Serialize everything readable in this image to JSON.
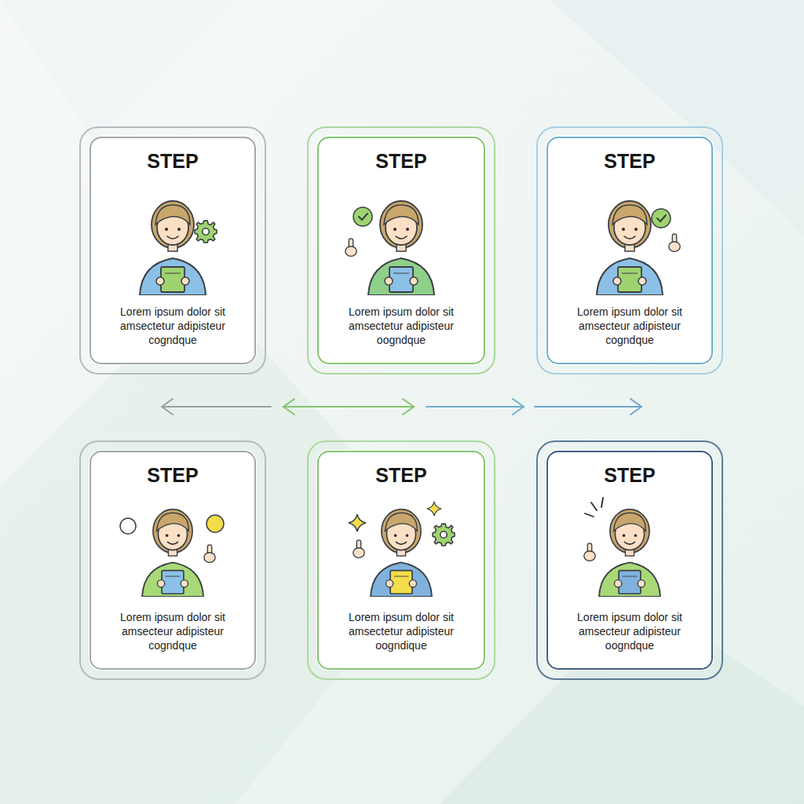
{
  "diagram": {
    "nodes": [
      {
        "text": [
          "STEP",
          "Lorem ipsum dolor sit amsectetur adipisteur cogndque"
        ]
      },
      {
        "text": [
          "STEP",
          "Lorem ipsum dolor sit amsectetur adipisteur oogndque"
        ]
      },
      {
        "text": [
          "STEP",
          "Lorem ipsum dolor sit amsecteur adipisteur cogndque"
        ]
      },
      {
        "text": [
          "STEP",
          "Lorem ipsum dolor sit amsecteur adipisteur cogndque"
        ]
      },
      {
        "text": [
          "STEP",
          "Lorem ipsum dolor sit amsectetur adipisteur oogndique"
        ]
      },
      {
        "text": [
          "STEP",
          "Lorem ipsum dolor sit amsecteur adipisteur oogndque"
        ]
      }
    ]
  }
}
